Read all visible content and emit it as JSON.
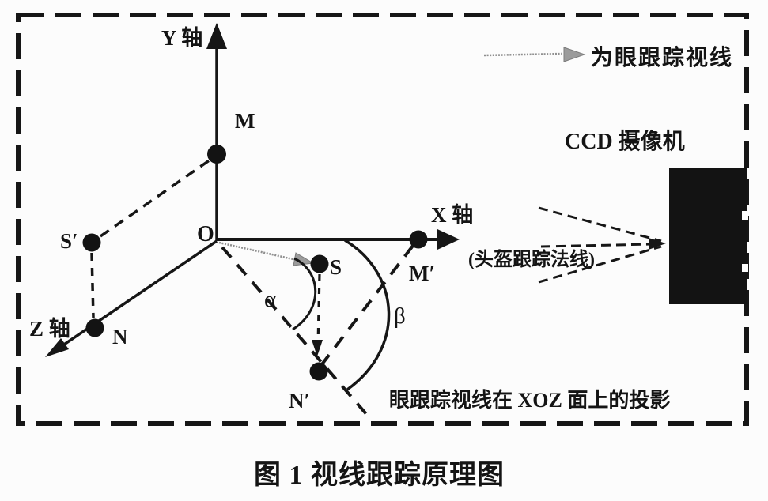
{
  "figure": {
    "caption": "图 1  视线跟踪原理图"
  },
  "legend": {
    "gaze_label": "为眼跟踪视线"
  },
  "camera": {
    "label": "CCD 摄像机",
    "normal_label": "(头盔跟踪法线)"
  },
  "axes": {
    "x_label": "X 轴",
    "y_label": "Y 轴",
    "z_label": "Z 轴",
    "origin_label": "O"
  },
  "points": {
    "m": "M",
    "m_prime": "M′",
    "s": "S",
    "s_prime": "S′",
    "n": "N",
    "n_prime": "N′"
  },
  "angles": {
    "alpha": "α",
    "beta": "β"
  },
  "labels": {
    "projection": "眼跟踪视线在 XOZ 面上的投影"
  },
  "colors": {
    "ink": "#141414",
    "gaze_gray": "#8f8f8f"
  }
}
